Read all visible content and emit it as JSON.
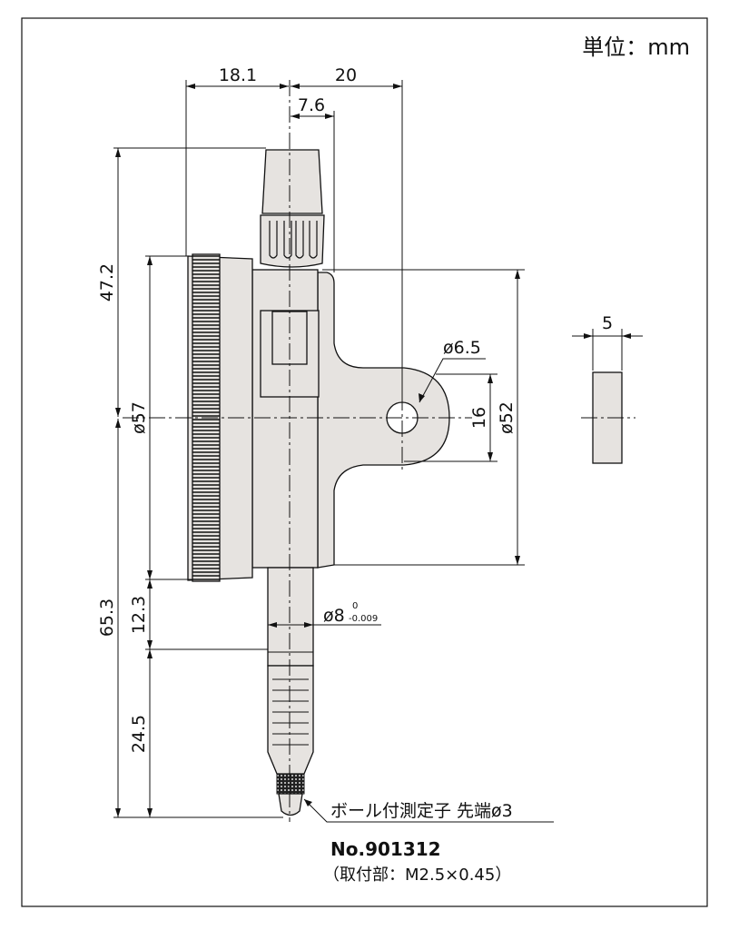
{
  "unit_label": "単位：mm",
  "dimensions": {
    "d18_1": "18.1",
    "d20": "20",
    "d7_6": "7.6",
    "d47_2": "47.2",
    "d65_3": "65.3",
    "phi57": "ø57",
    "d12_3": "12.3",
    "d24_5": "24.5",
    "phi52": "ø52",
    "d16": "16",
    "phi6_5": "ø6.5",
    "d5": "5",
    "phi8": "ø8",
    "phi8_tol_upper": "0",
    "phi8_tol_lower": "-0.009"
  },
  "notes": {
    "probe": "ボール付測定子  先端ø3",
    "part_number": "No.901312",
    "thread": "（取付部：M2.5×0.45）"
  },
  "colors": {
    "part_fill": "#e6e3e0",
    "line": "#111111"
  }
}
